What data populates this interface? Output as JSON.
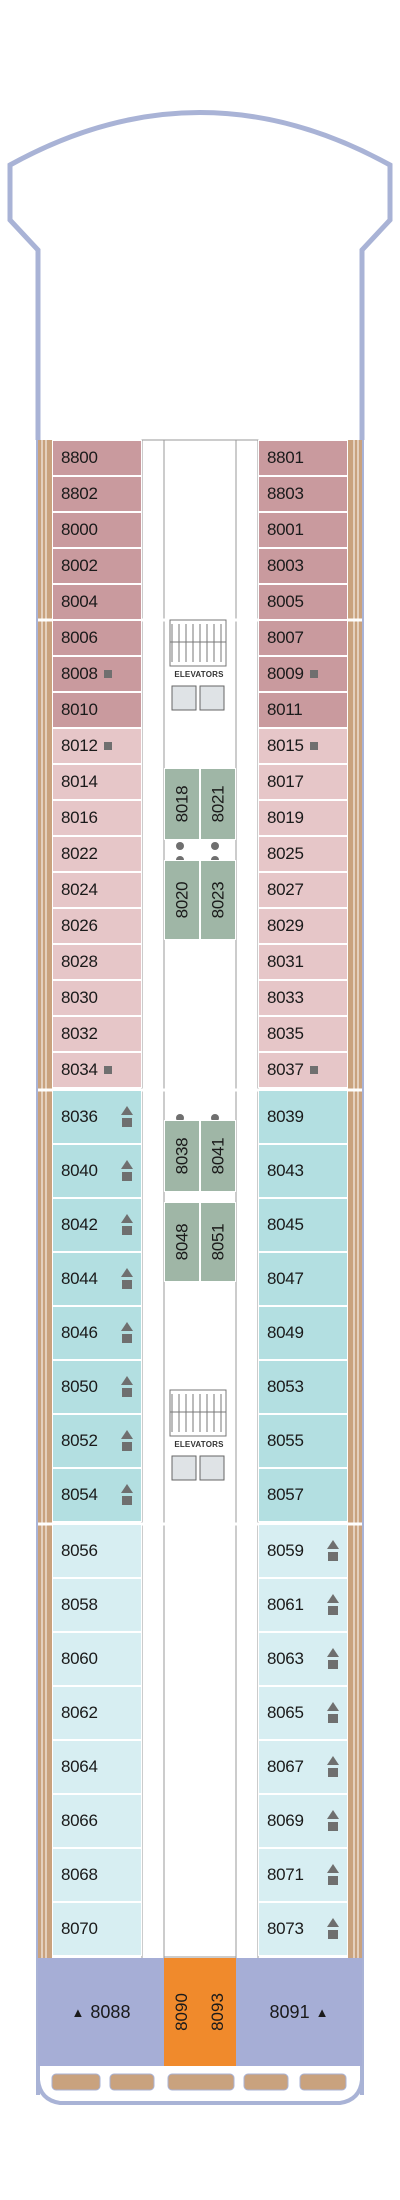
{
  "colors": {
    "outline": "#a9b3d6",
    "deck_tan": "#c9a27e",
    "dark_rose": "#c99a9e",
    "light_rose": "#e6c6c8",
    "teal": "#b3dfe1",
    "light_blue": "#d7eef2",
    "gray_green": "#9fb6a6",
    "periwinkle": "#a6aed6",
    "orange": "#f08a2c"
  },
  "legend_icons": {
    "square": "connecting-square-icon",
    "accessible": "wheelchair-triangle-icon"
  },
  "elevators": {
    "label_top": "ELEVATORS",
    "label_bottom": "ELEVATORS"
  },
  "cabins_left": [
    {
      "n": "8800",
      "c": "dark_rose"
    },
    {
      "n": "8802",
      "c": "dark_rose"
    },
    {
      "n": "8000",
      "c": "dark_rose"
    },
    {
      "n": "8002",
      "c": "dark_rose"
    },
    {
      "n": "8004",
      "c": "dark_rose"
    },
    {
      "n": "8006",
      "c": "dark_rose"
    },
    {
      "n": "8008",
      "c": "dark_rose",
      "icon": "square"
    },
    {
      "n": "8010",
      "c": "dark_rose"
    },
    {
      "n": "8012",
      "c": "light_rose",
      "icon": "square"
    },
    {
      "n": "8014",
      "c": "light_rose"
    },
    {
      "n": "8016",
      "c": "light_rose"
    },
    {
      "n": "8022",
      "c": "light_rose"
    },
    {
      "n": "8024",
      "c": "light_rose"
    },
    {
      "n": "8026",
      "c": "light_rose"
    },
    {
      "n": "8028",
      "c": "light_rose"
    },
    {
      "n": "8030",
      "c": "light_rose"
    },
    {
      "n": "8032",
      "c": "light_rose"
    },
    {
      "n": "8034",
      "c": "light_rose",
      "icon": "square"
    },
    {
      "n": "8036",
      "c": "teal",
      "icon": "accessible"
    },
    {
      "n": "8040",
      "c": "teal",
      "icon": "accessible"
    },
    {
      "n": "8042",
      "c": "teal",
      "icon": "accessible"
    },
    {
      "n": "8044",
      "c": "teal",
      "icon": "accessible"
    },
    {
      "n": "8046",
      "c": "teal",
      "icon": "accessible"
    },
    {
      "n": "8050",
      "c": "teal",
      "icon": "accessible"
    },
    {
      "n": "8052",
      "c": "teal",
      "icon": "accessible"
    },
    {
      "n": "8054",
      "c": "teal",
      "icon": "accessible"
    },
    {
      "n": "8056",
      "c": "light_blue"
    },
    {
      "n": "8058",
      "c": "light_blue"
    },
    {
      "n": "8060",
      "c": "light_blue"
    },
    {
      "n": "8062",
      "c": "light_blue"
    },
    {
      "n": "8064",
      "c": "light_blue"
    },
    {
      "n": "8066",
      "c": "light_blue"
    },
    {
      "n": "8068",
      "c": "light_blue"
    },
    {
      "n": "8070",
      "c": "light_blue"
    }
  ],
  "cabins_right": [
    {
      "n": "8801",
      "c": "dark_rose"
    },
    {
      "n": "8803",
      "c": "dark_rose"
    },
    {
      "n": "8001",
      "c": "dark_rose"
    },
    {
      "n": "8003",
      "c": "dark_rose"
    },
    {
      "n": "8005",
      "c": "dark_rose"
    },
    {
      "n": "8007",
      "c": "dark_rose"
    },
    {
      "n": "8009",
      "c": "dark_rose",
      "icon": "square"
    },
    {
      "n": "8011",
      "c": "dark_rose"
    },
    {
      "n": "8015",
      "c": "light_rose",
      "icon": "square"
    },
    {
      "n": "8017",
      "c": "light_rose"
    },
    {
      "n": "8019",
      "c": "light_rose"
    },
    {
      "n": "8025",
      "c": "light_rose"
    },
    {
      "n": "8027",
      "c": "light_rose"
    },
    {
      "n": "8029",
      "c": "light_rose"
    },
    {
      "n": "8031",
      "c": "light_rose"
    },
    {
      "n": "8033",
      "c": "light_rose"
    },
    {
      "n": "8035",
      "c": "light_rose"
    },
    {
      "n": "8037",
      "c": "light_rose",
      "icon": "square"
    },
    {
      "n": "8039",
      "c": "teal"
    },
    {
      "n": "8043",
      "c": "teal"
    },
    {
      "n": "8045",
      "c": "teal"
    },
    {
      "n": "8047",
      "c": "teal"
    },
    {
      "n": "8049",
      "c": "teal"
    },
    {
      "n": "8053",
      "c": "teal"
    },
    {
      "n": "8055",
      "c": "teal"
    },
    {
      "n": "8057",
      "c": "teal"
    },
    {
      "n": "8059",
      "c": "light_blue",
      "icon": "accessible"
    },
    {
      "n": "8061",
      "c": "light_blue",
      "icon": "accessible"
    },
    {
      "n": "8063",
      "c": "light_blue",
      "icon": "accessible"
    },
    {
      "n": "8065",
      "c": "light_blue",
      "icon": "accessible"
    },
    {
      "n": "8067",
      "c": "light_blue",
      "icon": "accessible"
    },
    {
      "n": "8069",
      "c": "light_blue",
      "icon": "accessible"
    },
    {
      "n": "8071",
      "c": "light_blue",
      "icon": "accessible"
    },
    {
      "n": "8073",
      "c": "light_blue",
      "icon": "accessible"
    }
  ],
  "center_suites": [
    {
      "n": "8018"
    },
    {
      "n": "8021"
    },
    {
      "n": "8020"
    },
    {
      "n": "8023"
    },
    {
      "n": "8038"
    },
    {
      "n": "8041"
    },
    {
      "n": "8048"
    },
    {
      "n": "8051"
    }
  ],
  "aft": {
    "left_label": "8088",
    "right_label": "8091",
    "center_left": "8090",
    "center_right": "8093"
  }
}
